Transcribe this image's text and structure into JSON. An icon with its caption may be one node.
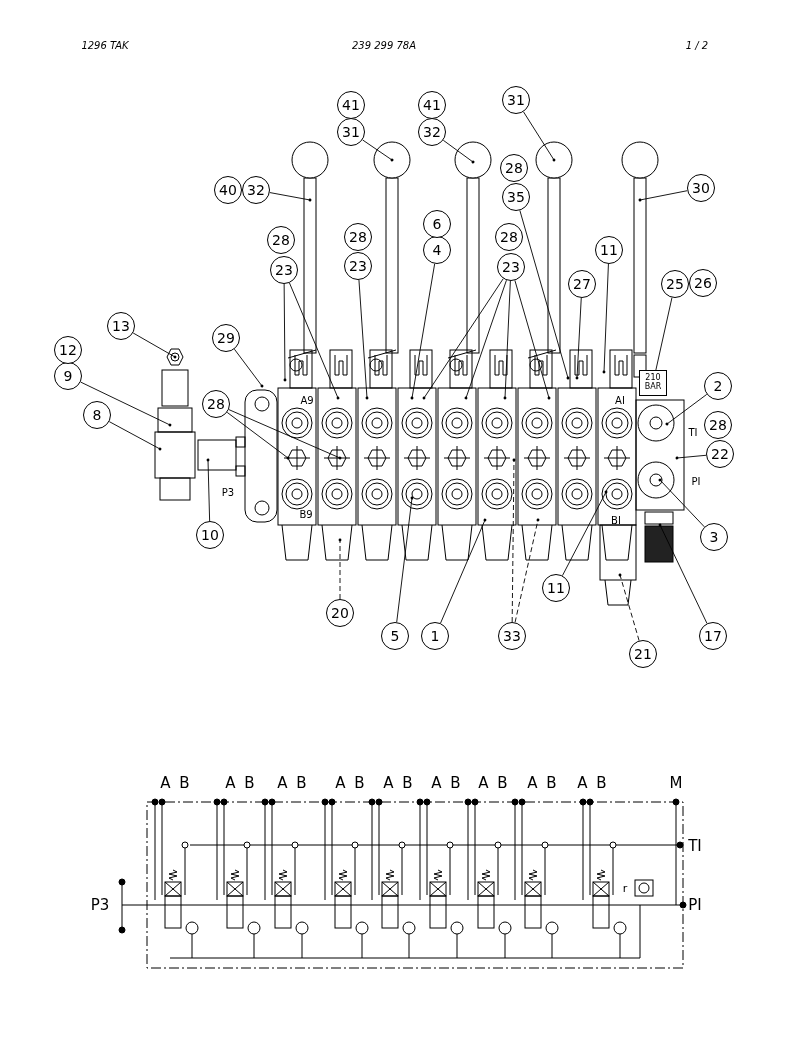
{
  "diagram": {
    "nodes": [
      {
        "text": [
          "31"
        ]
      },
      {
        "text": [
          "32"
        ]
      },
      {
        "text": [
          "31"
        ]
      },
      {
        "text": [
          "32"
        ]
      },
      {
        "text": [
          "35"
        ]
      },
      {
        "text": [
          "30"
        ]
      },
      {
        "text": [
          "4"
        ]
      },
      {
        "text": [
          "11"
        ]
      },
      {
        "text": [
          "23"
        ]
      },
      {
        "text": [
          "23"
        ]
      },
      {
        "text": [
          "23"
        ]
      },
      {
        "text": [
          "27"
        ]
      },
      {
        "text": [
          "25"
        ]
      },
      {
        "text": [
          "13"
        ]
      },
      {
        "text": [
          "29"
        ]
      },
      {
        "text": [
          "2"
        ]
      },
      {
        "text": [
          "9"
        ]
      },
      {
        "text": [
          "28"
        ]
      },
      {
        "text": [
          "8"
        ]
      },
      {
        "text": [
          "22"
        ]
      },
      {
        "text": [
          "10"
        ]
      },
      {
        "text": [
          "3"
        ]
      },
      {
        "text": [
          "11"
        ]
      },
      {
        "text": [
          "20"
        ]
      },
      {
        "text": [
          "5"
        ]
      },
      {
        "text": [
          "1"
        ]
      },
      {
        "text": [
          "33"
        ]
      },
      {
        "text": [
          "21"
        ]
      },
      {
        "text": [
          "17"
        ]
      },
      {
        "text": [
          "41"
        ]
      },
      {
        "text": [
          "41"
        ]
      },
      {
        "text": [
          "28"
        ]
      },
      {
        "text": [
          "40"
        ]
      },
      {
        "text": [
          "6"
        ]
      },
      {
        "text": [
          "28"
        ]
      },
      {
        "text": [
          "28"
        ]
      },
      {
        "text": [
          "28"
        ]
      },
      {
        "text": [
          "26"
        ]
      },
      {
        "text": [
          "12"
        ]
      },
      {
        "text": [
          "210 BAR"
        ]
      },
      {
        "text": [
          "28"
        ]
      }
    ],
    "edges": [
      {
        "from": 0,
        "to": null,
        "arrow": "other"
      },
      {
        "from": 1,
        "to": null,
        "arrow": "other"
      },
      {
        "from": 2,
        "to": null,
        "arrow": "other"
      },
      {
        "from": 3,
        "to": null,
        "arrow": "other"
      },
      {
        "from": 4,
        "to": null,
        "arrow": "other"
      },
      {
        "from": 5,
        "to": null,
        "arrow": "other"
      },
      {
        "from": 6,
        "to": null,
        "arrow": "other"
      },
      {
        "from": 7,
        "to": null,
        "arrow": "other"
      },
      {
        "from": 8,
        "to": null,
        "arrow": "other"
      },
      {
        "from": 8,
        "to": null,
        "arrow": "other"
      },
      {
        "from": 9,
        "to": null,
        "arrow": "other"
      },
      {
        "from": 10,
        "to": null,
        "arrow": "other"
      },
      {
        "from": 10,
        "to": null,
        "arrow": "other"
      },
      {
        "from": 10,
        "to": null,
        "arrow": "other"
      },
      {
        "from": 10,
        "to": null,
        "arrow": "other"
      },
      {
        "from": 11,
        "to": null,
        "arrow": "other"
      },
      {
        "from": 12,
        "to": 39,
        "arrow": "none"
      },
      {
        "from": 13,
        "to": null,
        "arrow": "other"
      },
      {
        "from": 14,
        "to": null,
        "arrow": "other"
      },
      {
        "from": 15,
        "to": null,
        "arrow": "other"
      },
      {
        "from": 16,
        "to": null,
        "arrow": "other"
      },
      {
        "from": 17,
        "to": null,
        "arrow": "other"
      },
      {
        "from": 17,
        "to": null,
        "arrow": "other"
      },
      {
        "from": 18,
        "to": null,
        "arrow": "other"
      },
      {
        "from": 19,
        "to": null,
        "arrow": "other"
      },
      {
        "from": 20,
        "to": null,
        "arrow": "other"
      },
      {
        "from": 21,
        "to": null,
        "arrow": "other"
      },
      {
        "from": 22,
        "to": null,
        "arrow": "other"
      },
      {
        "from": 23,
        "to": null,
        "arrow": "other",
        "style": "dashed"
      },
      {
        "from": 24,
        "to": null,
        "arrow": "other"
      },
      {
        "from": 25,
        "to": null,
        "arrow": "other"
      },
      {
        "from": 26,
        "to": null,
        "arrow": "other",
        "style": "dashed"
      },
      {
        "from": 26,
        "to": null,
        "arrow": "other",
        "style": "dashed"
      },
      {
        "from": 27,
        "to": null,
        "arrow": "other",
        "style": "dashed"
      },
      {
        "from": 28,
        "to": null,
        "arrow": "other"
      }
    ],
    "labels": [
      "1296 TAK",
      "239 299 78A",
      "1 / 2",
      "A9",
      "AI",
      "TI",
      "PI",
      "P3",
      "B9",
      "BI",
      "A B",
      "A B",
      "A B",
      "A B",
      "A B",
      "A B",
      "A B",
      "A B",
      "A B",
      "M",
      "TI",
      "P3",
      "PI",
      "r"
    ]
  }
}
